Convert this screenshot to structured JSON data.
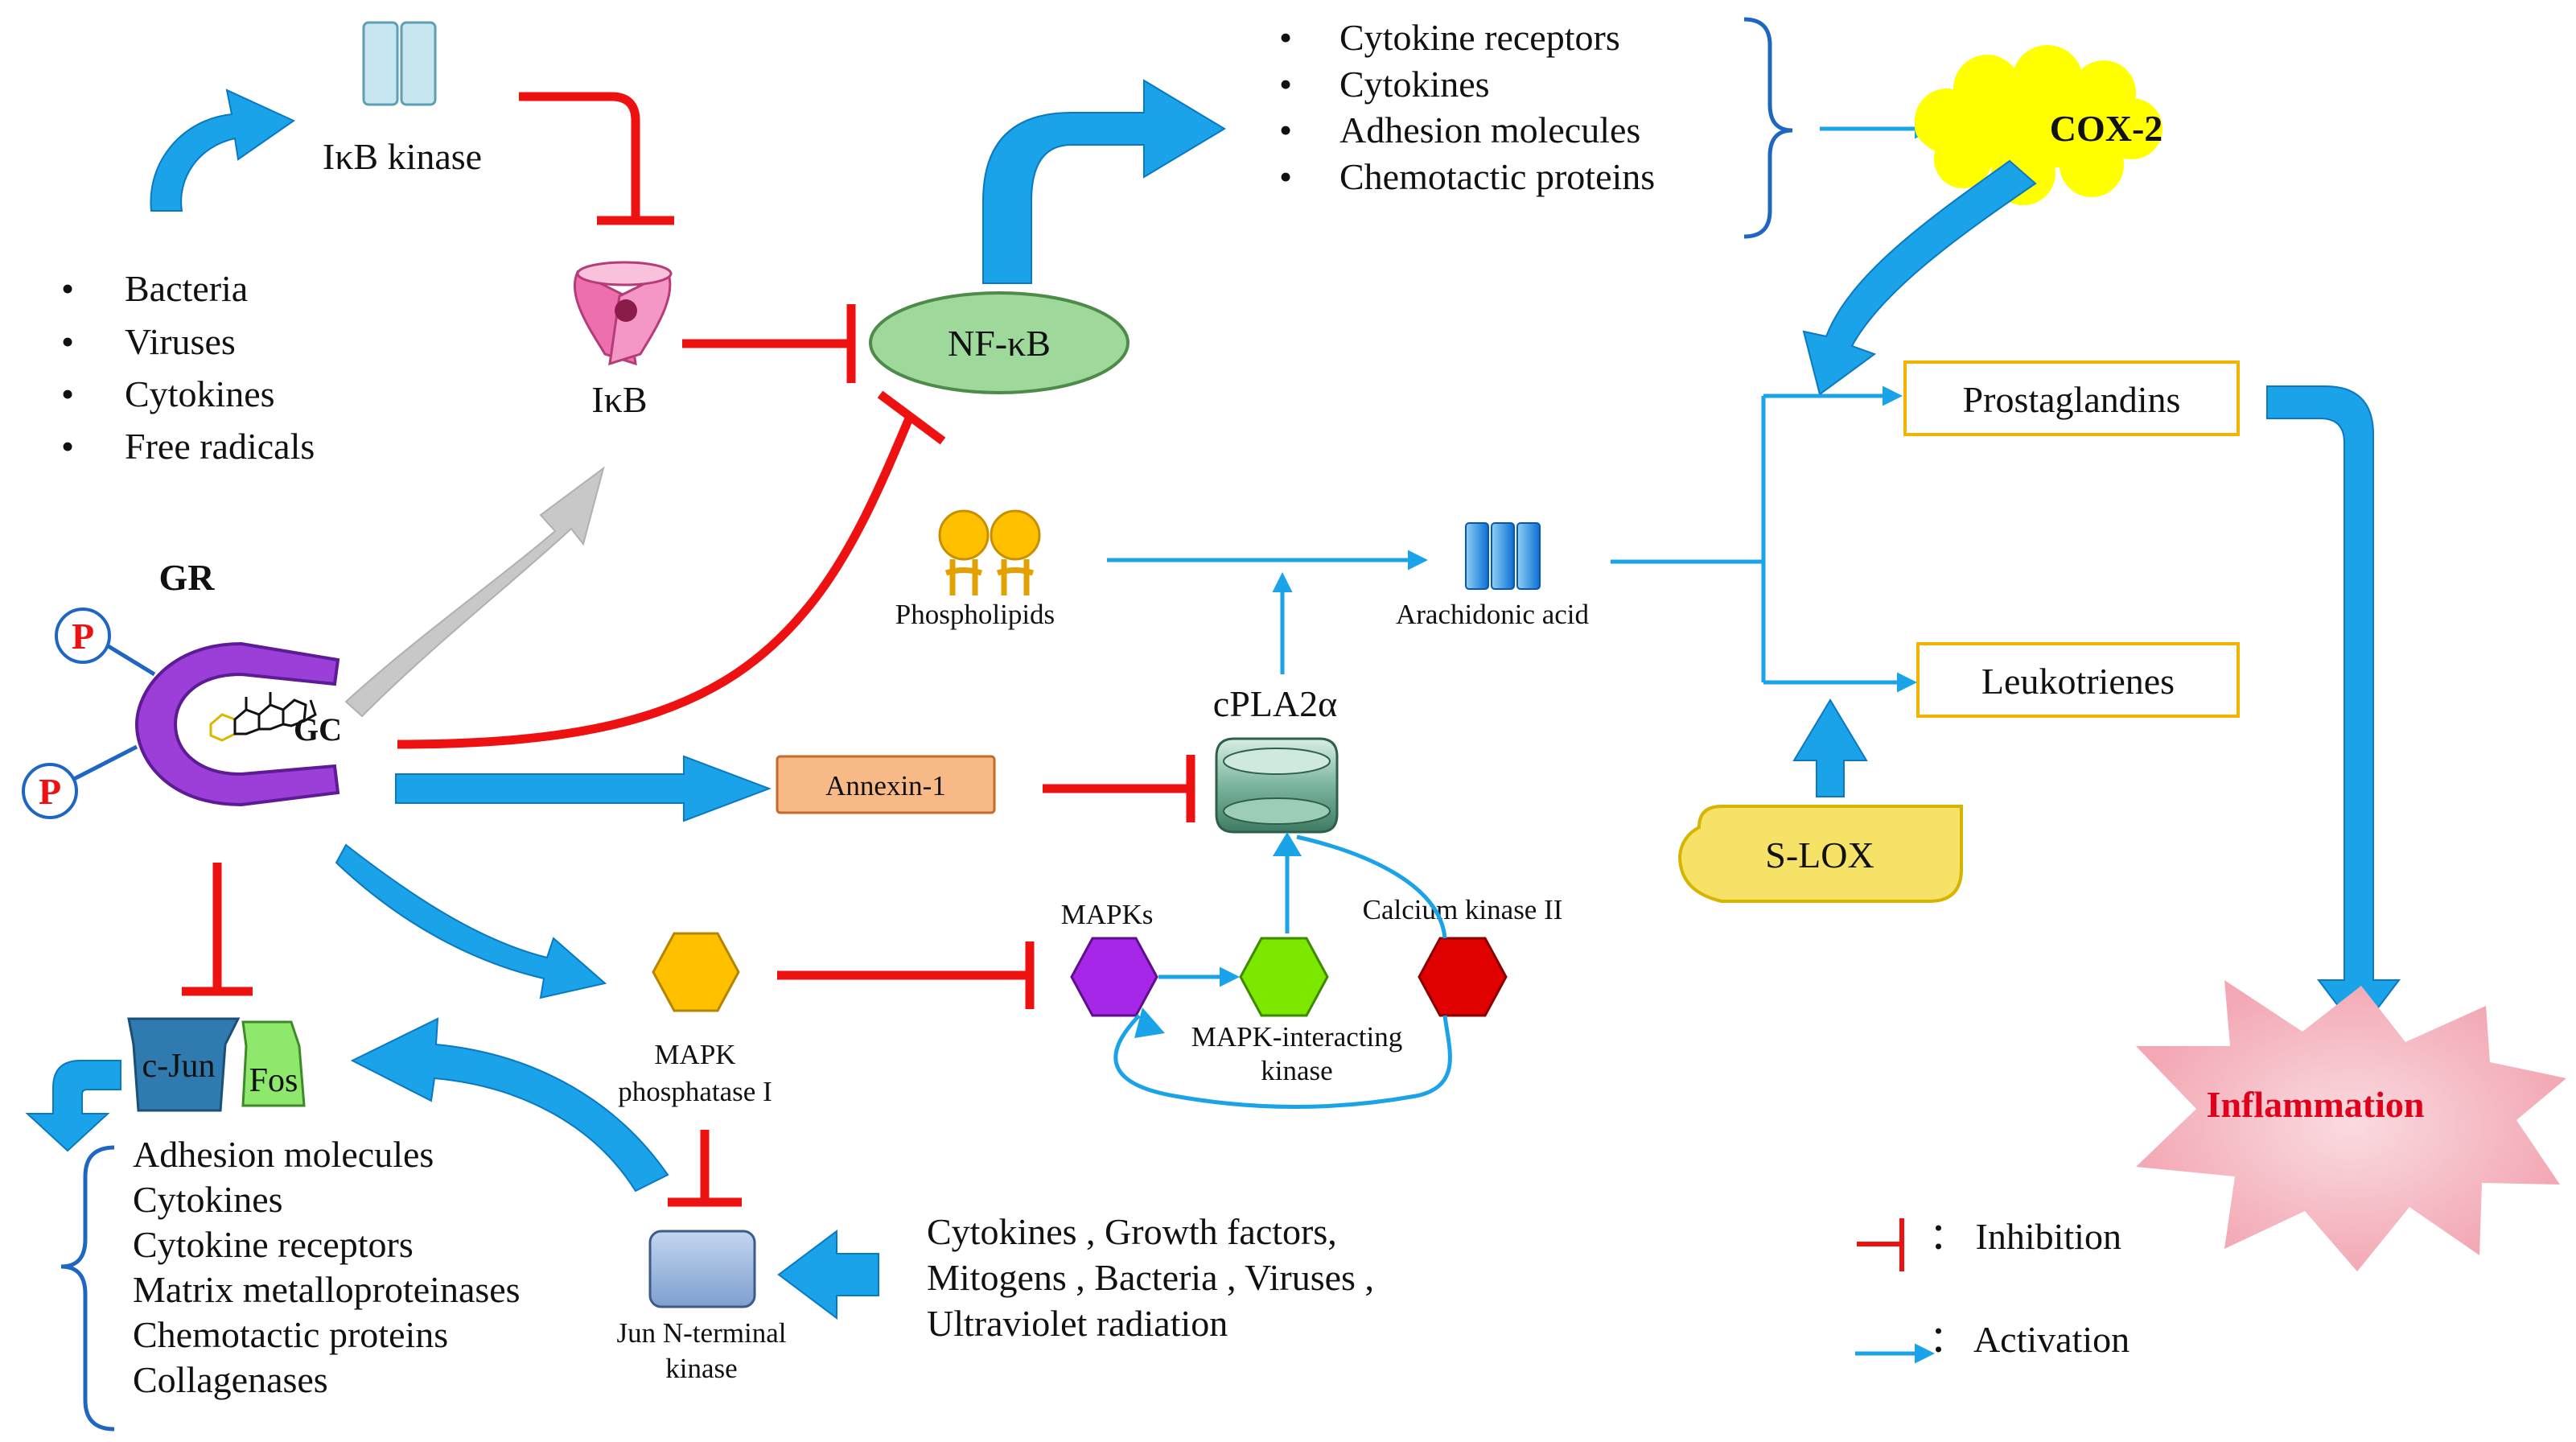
{
  "nodes": {
    "ikb_kinase": "IκB kinase",
    "ikb": "IκB",
    "nfkb": "NF-κB",
    "gr": "GR",
    "gc": "GC",
    "p_badge": "P",
    "phospholipids": "Phospholipids",
    "arachidonic_acid": "Arachidonic acid",
    "cpla2a": "cPLA2α",
    "annexin": "Annexin-1",
    "mapk_phosphatase": [
      "MAPK",
      "phosphatase I"
    ],
    "mapks": "MAPKs",
    "mapk_interacting": [
      "MAPK-interacting",
      "kinase"
    ],
    "calcium_kinase": "Calcium kinase II",
    "jnk": [
      "Jun N-terminal",
      "kinase"
    ],
    "cjun": "c-Jun",
    "fos": "Fos",
    "cox2": "COX-2",
    "prostaglandins": "Prostaglandins",
    "leukotrienes": "Leukotrienes",
    "slox": "S-LOX",
    "inflammation": "Inflammation"
  },
  "lists": {
    "stimuli": [
      "Bacteria",
      "Viruses",
      "Cytokines",
      "Free radicals"
    ],
    "nfkb_targets": [
      "Cytokine receptors",
      "Cytokines",
      "Adhesion molecules",
      "Chemotactic proteins"
    ],
    "ap1_targets": [
      "Adhesion molecules",
      "Cytokines",
      "Cytokine receptors",
      "Matrix metalloproteinases",
      "Chemotactic proteins",
      "Collagenases"
    ],
    "jnk_stimuli": [
      "Cytokines ,  Growth factors,",
      "Mitogens ,  Bacteria ,  Viruses ,",
      "Ultraviolet radiation"
    ],
    "bullet": "•"
  },
  "legend": {
    "inhibition": "：  Inhibition",
    "activation": "：  Activation"
  },
  "colors": {
    "inhibit": "#ee1111",
    "activate": "#1aa3e8",
    "nfkb_fill": "#9ed89a",
    "cox2_fill": "#ffff00",
    "slox_fill": "#f5e267",
    "box_border": "#f2b400",
    "annexin_fill": "#f7b986",
    "inflammation_fill": "#f6bfc7",
    "inflammation_text": "#e0001b",
    "gr_purple": "#9b3fd8",
    "p_badge_red": "#ee1111"
  }
}
